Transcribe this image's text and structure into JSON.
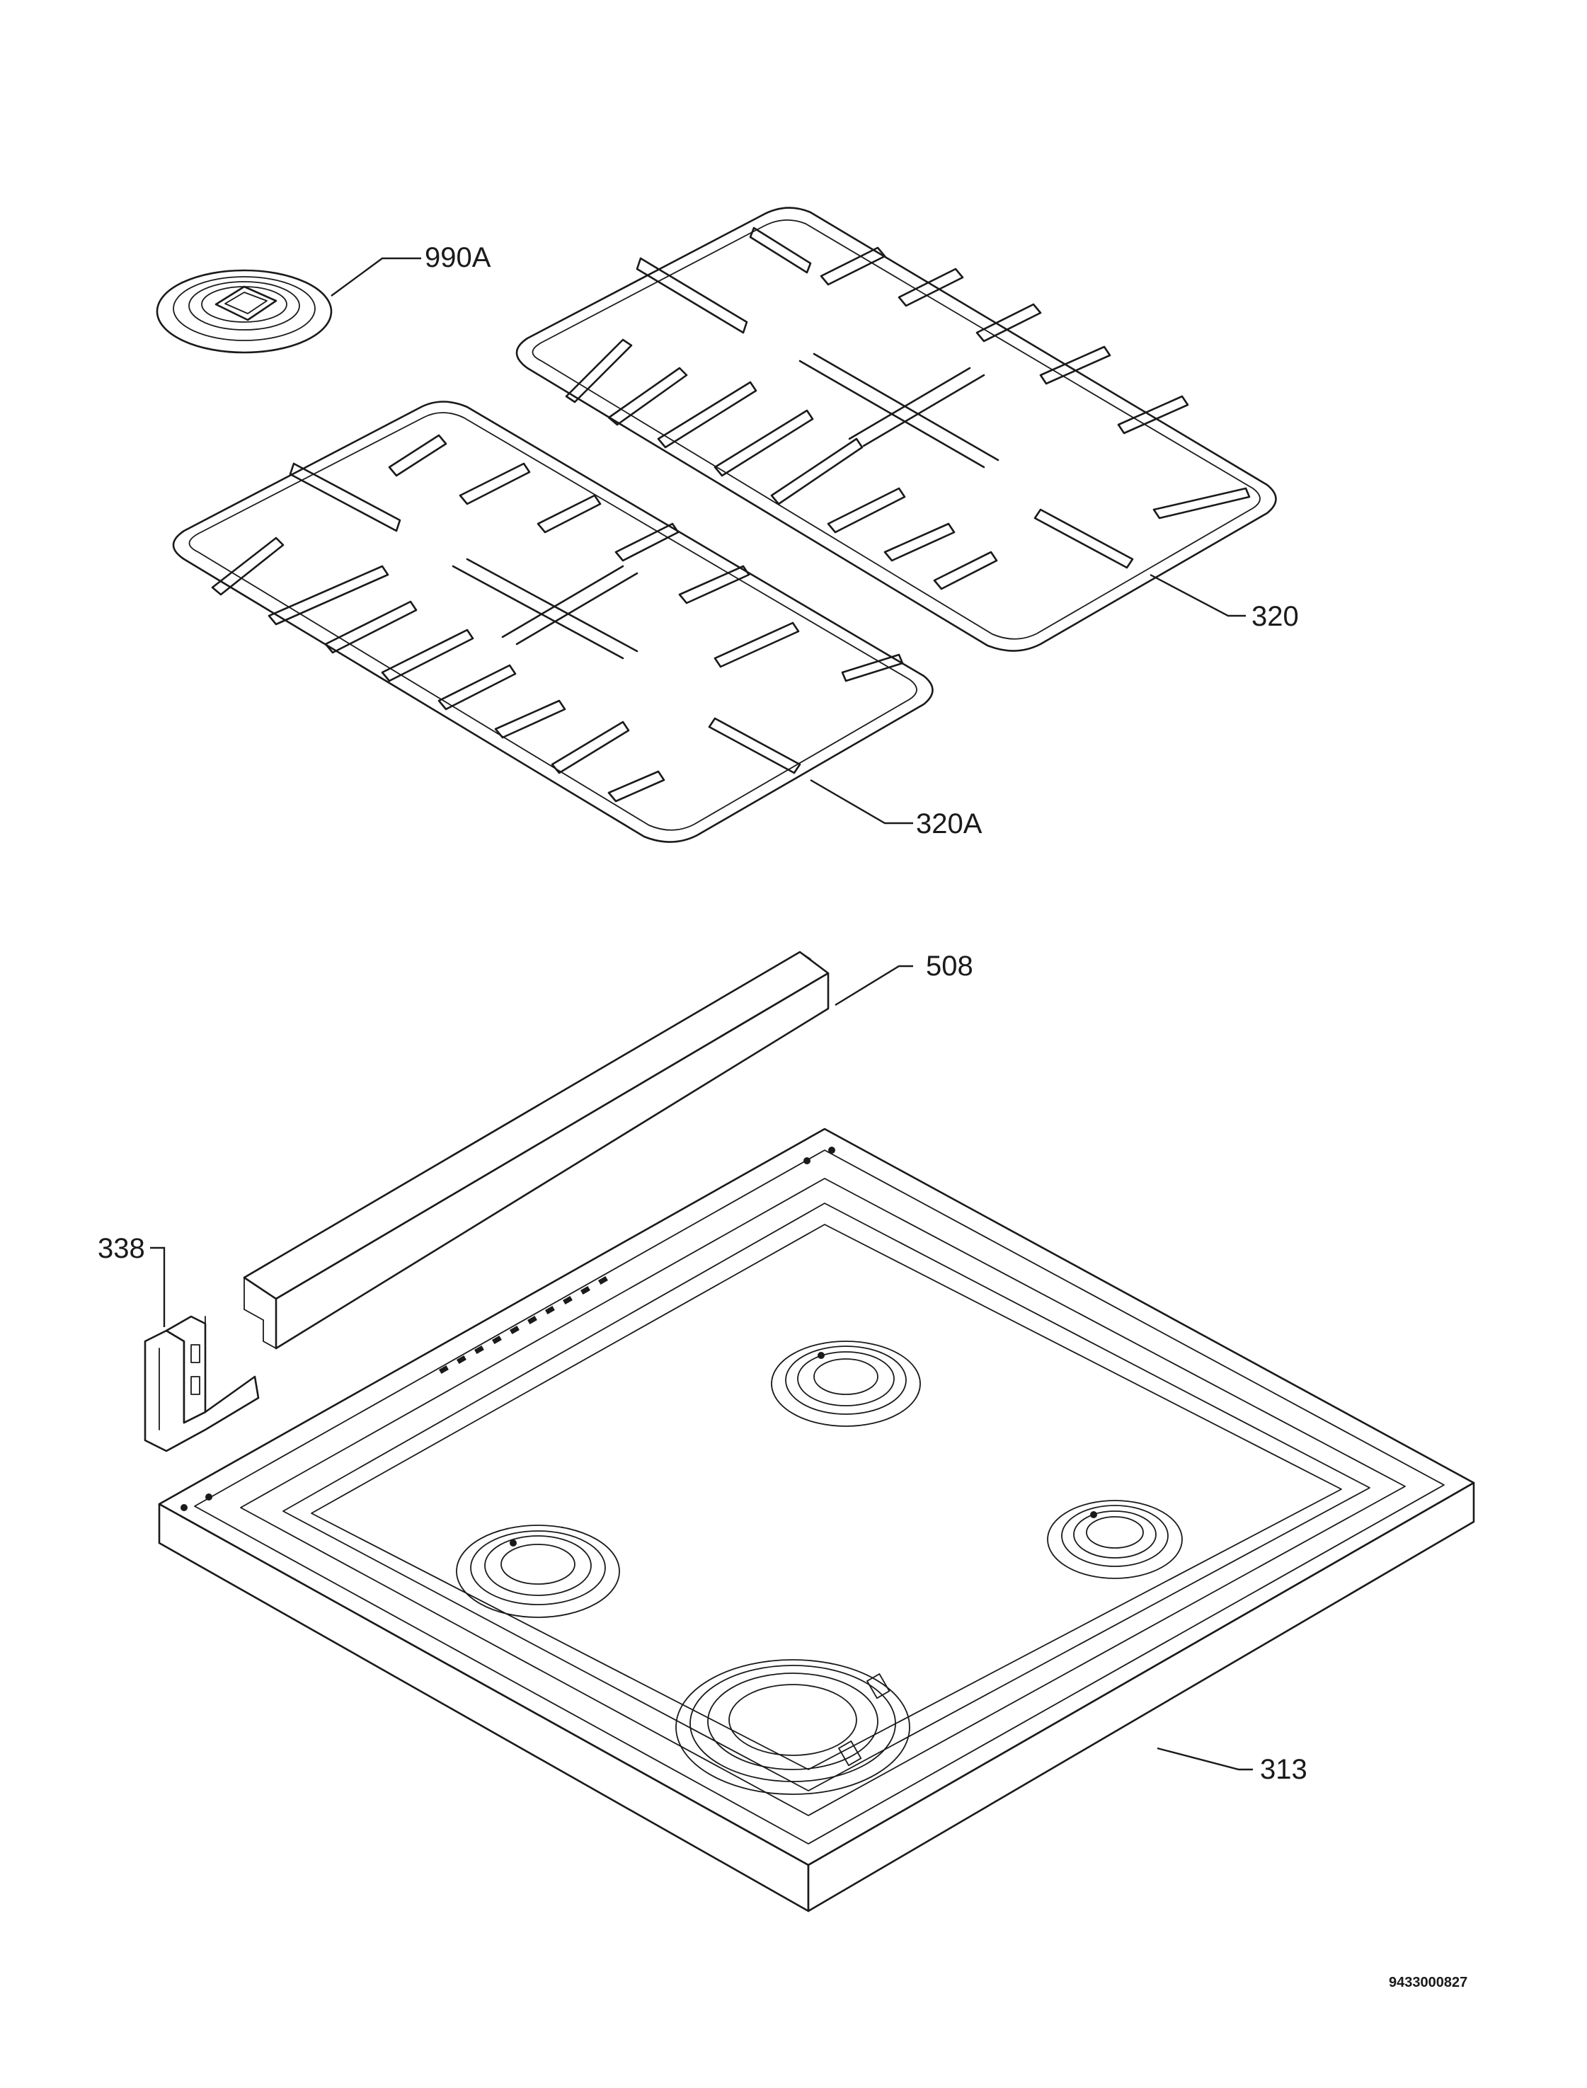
{
  "callouts": {
    "cap": "990A",
    "grid_right": "320",
    "grid_left": "320A",
    "strip": "508",
    "bracket": "338",
    "hob_top": "313"
  },
  "document_id": "9433000827"
}
